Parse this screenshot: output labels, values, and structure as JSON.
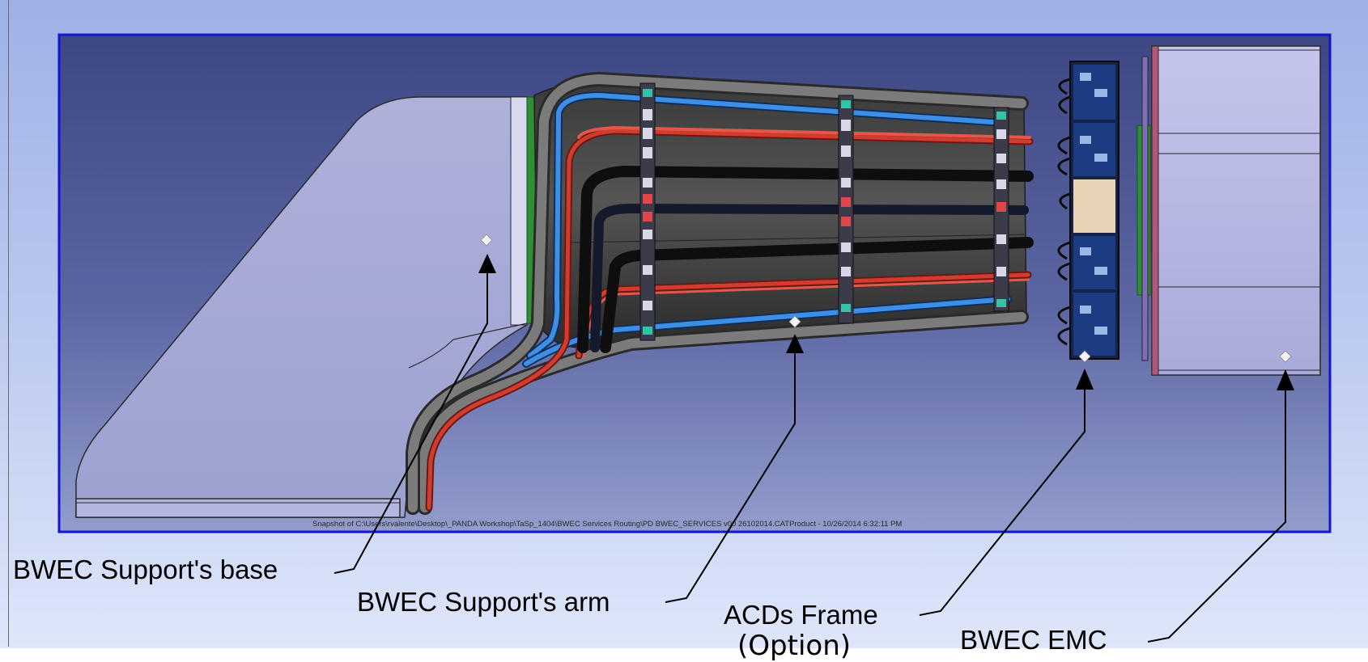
{
  "snapshot_caption": "Snapshot of C:\\Users\\rvalente\\Desktop\\_PANDA Workshop\\TaSp_1404\\BWEC Services Routing\\PD BWEC_SERVICES v00 26102014.CATProduct - 10/26/2014 6:32:11 PM",
  "callouts": {
    "support_base": "BWEC Support's base",
    "support_arm": "BWEC Support's arm",
    "acds_frame": "ACDs Frame",
    "acds_option": "(Option)",
    "emc": "BWEC EMC"
  },
  "colors": {
    "viewport_border": "#1414d2",
    "viewport_top": "#3f4a86",
    "viewport_bottom": "#8d97c8",
    "support_body": "#a9acd7",
    "cable_blue": "#3d8fe6",
    "cable_red": "#d23b2e",
    "cable_black": "#151515",
    "cable_gray": "#6f6f6f",
    "emc_body": "#b9bbe6",
    "green_plate": "#2f8f35"
  }
}
